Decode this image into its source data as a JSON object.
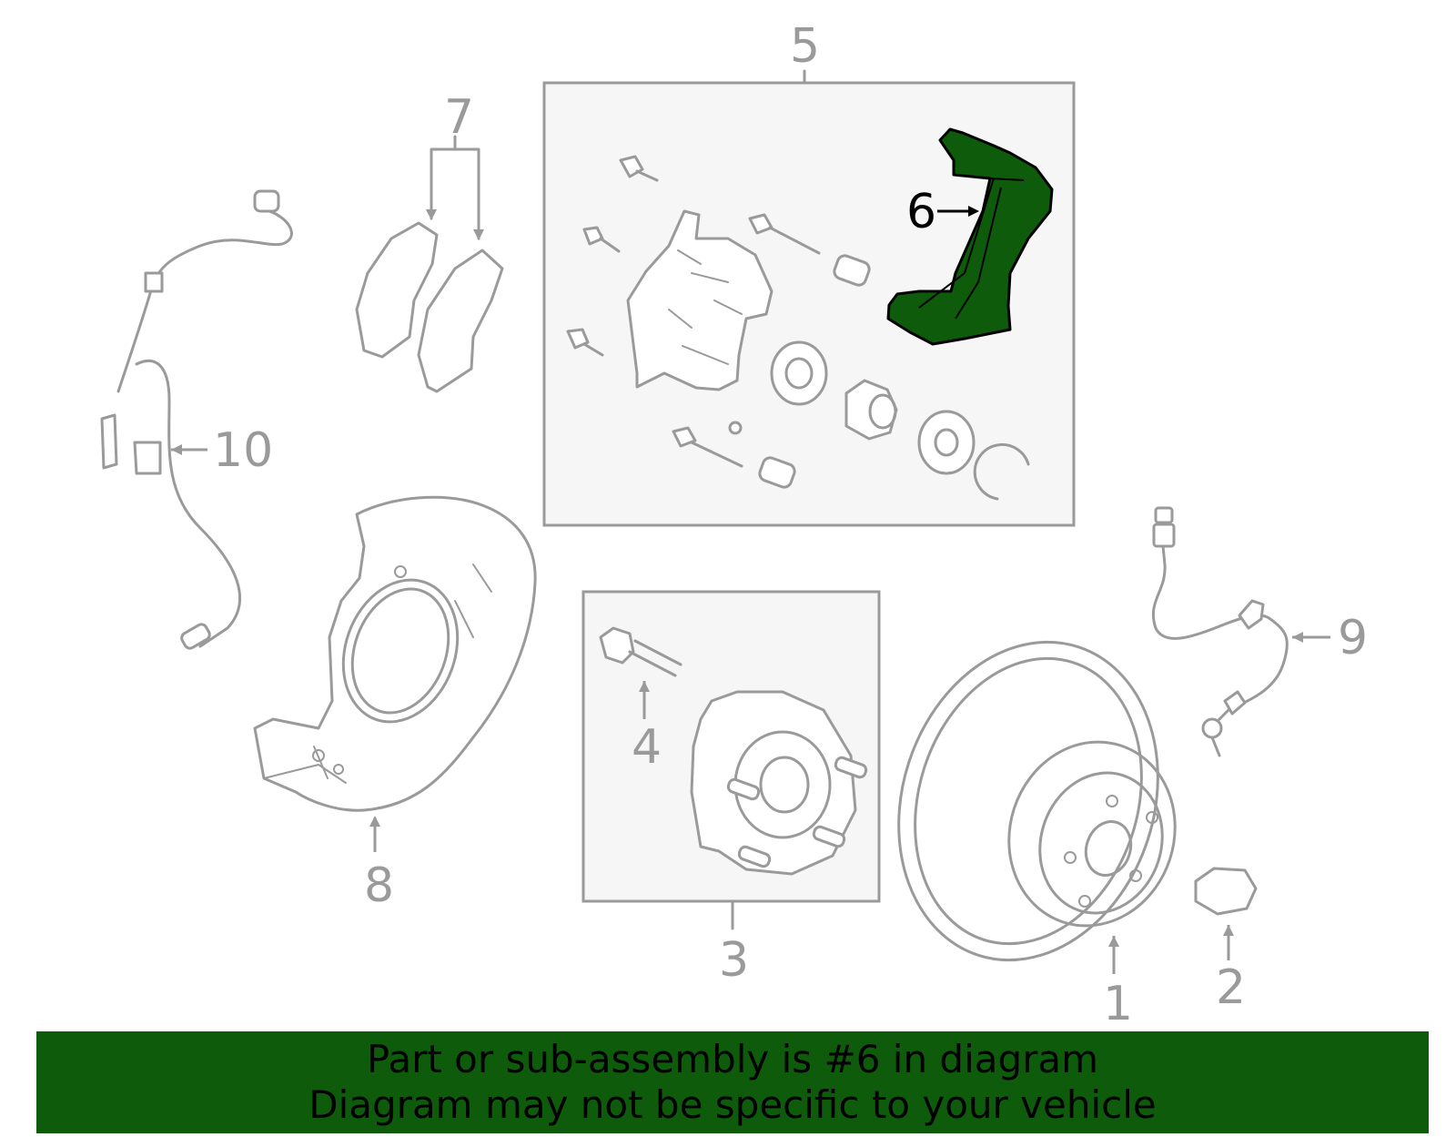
{
  "callouts": {
    "c1": "1",
    "c2": "2",
    "c3": "3",
    "c4": "4",
    "c5": "5",
    "c6": "6",
    "c7": "7",
    "c8": "8",
    "c9": "9",
    "c10": "10"
  },
  "highlighted_part": "6",
  "colors": {
    "highlight_fill": "#0e5c0b",
    "banner_bg": "#0e5c0b",
    "line_gray": "#9a9a9a",
    "box_fill": "#f6f6f6"
  },
  "banner": {
    "line1": "Part or sub-assembly is #6 in diagram",
    "line2": "Diagram may not be specific to your vehicle"
  }
}
